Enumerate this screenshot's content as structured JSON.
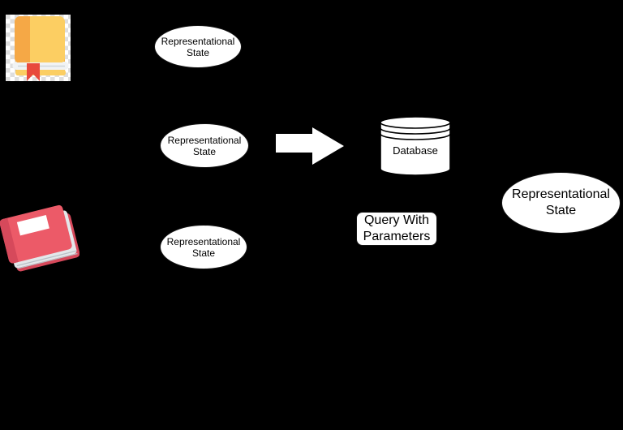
{
  "canvas": {
    "background": "#000000"
  },
  "nodes": {
    "state_top": {
      "label": "Representational State"
    },
    "state_middle": {
      "label": "Representational State"
    },
    "state_bottom": {
      "label": "Representational State"
    },
    "state_result": {
      "label": "Representational State"
    },
    "database": {
      "label": "Database"
    },
    "query_box": {
      "label": "Query With Parameters"
    }
  },
  "icons": {
    "yellow_book": {
      "name": "yellow-book-icon",
      "cover": "#FCCE62",
      "spine": "#F5A846",
      "pages": "#F1F3F4",
      "bookmark": "#E8493C",
      "checker": "#DEDEDE"
    },
    "red_book": {
      "name": "red-book-icon",
      "cover": "#EC5A68",
      "spine": "#D6495B",
      "pages": "#E3E7EA",
      "label_patch": "#FFFFFF"
    },
    "flow_arrow": {
      "name": "right-arrow-icon",
      "color": "#FFFFFF"
    }
  },
  "shape_style": {
    "fill": "#FFFFFF",
    "stroke": "#000000",
    "text": "#000000"
  }
}
